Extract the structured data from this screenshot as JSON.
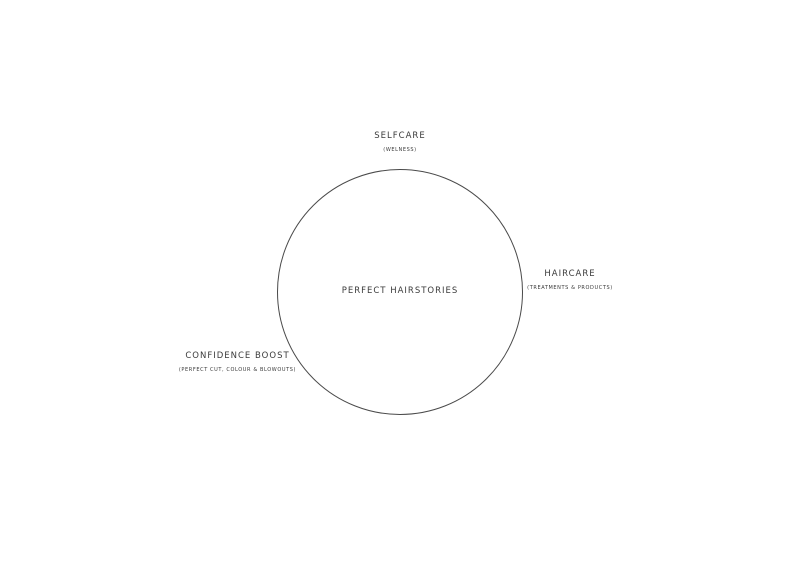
{
  "center": {
    "label": "PERFECT HAIRSTORIES"
  },
  "nodes": {
    "selfcare": {
      "title": "SELFCARE",
      "subtitle": "(WELNESS)"
    },
    "haircare": {
      "title": "HAIRCARE",
      "subtitle": "(TREATMENTS & PRODUCTS)"
    },
    "confidence": {
      "title": "CONFIDENCE BOOST",
      "subtitle": "(PERFECT CUT, COLOUR & BLOWOUTS)"
    }
  },
  "colors": {
    "circle_stroke": "#4a4a4a",
    "text": "#3a3a3a",
    "background": "#ffffff"
  }
}
